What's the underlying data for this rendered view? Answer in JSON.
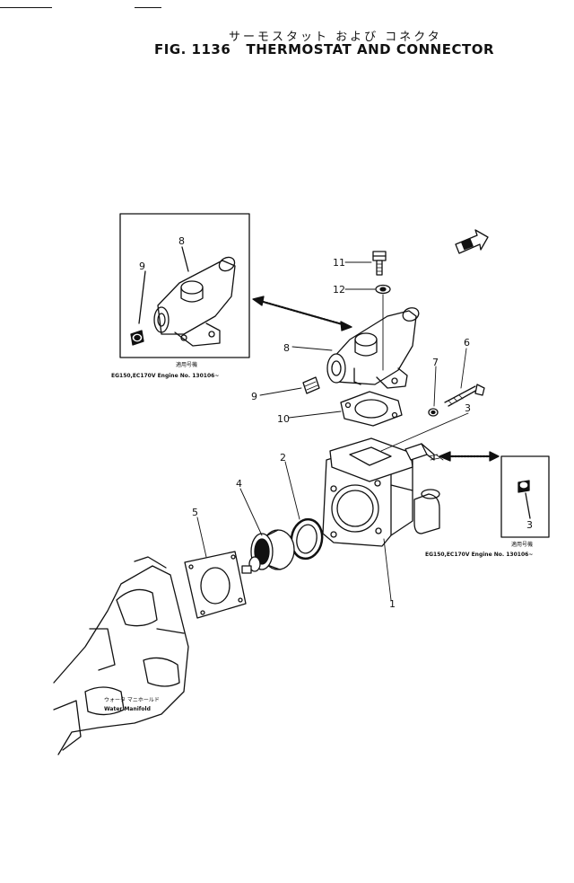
{
  "title": {
    "japanese": "サーモスタット および コネクタ",
    "figure": "FIG. 1136",
    "english": "THERMOSTAT AND CONNECTOR"
  },
  "callouts": [
    "1",
    "2",
    "3",
    "4",
    "5",
    "6",
    "7",
    "8",
    "9",
    "10",
    "11",
    "12"
  ],
  "insets": {
    "left": {
      "header_jp": "適用号機",
      "applicability": "EG150,EC170V Engine No. 130106~",
      "callouts": [
        "8",
        "9"
      ]
    },
    "right": {
      "header_jp": "適用号機",
      "applicability": "EG150,EC170V Engine No. 130106~",
      "callouts": [
        "3"
      ]
    }
  },
  "manifold_label": {
    "japanese": "ウォータ マニホールド",
    "english": "Water Manifold"
  },
  "direction_marker": "前方"
}
